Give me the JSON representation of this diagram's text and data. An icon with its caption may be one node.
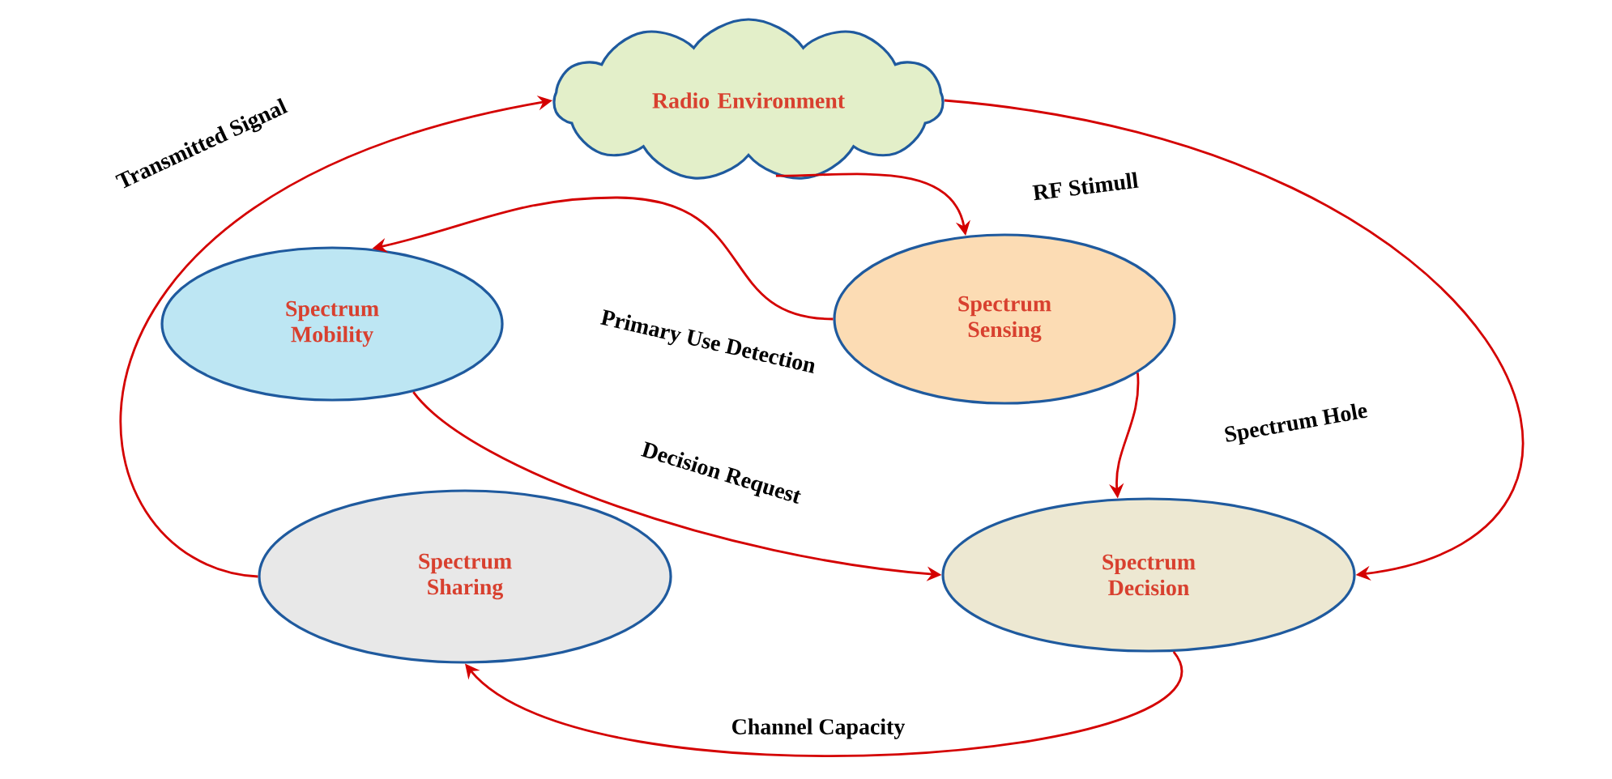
{
  "diagram": {
    "nodes": [
      {
        "text": [
          "Radio Environment"
        ]
      },
      {
        "text": [
          "Spectrum Mobility"
        ]
      },
      {
        "text": [
          "Spectrum Sensing"
        ]
      },
      {
        "text": [
          "Spectrum Sharing"
        ]
      },
      {
        "text": [
          "Spectrum Decision"
        ]
      }
    ],
    "edges": [
      {
        "from": 3,
        "to": 0,
        "arrow": "to",
        "label": "Transmitted Signal"
      },
      {
        "from": 0,
        "to": 2,
        "arrow": "to",
        "label": "RF Stimull"
      },
      {
        "from": 2,
        "to": 1,
        "arrow": "to",
        "label": "Primary Use Detection"
      },
      {
        "from": 0,
        "to": 4,
        "arrow": "to"
      },
      {
        "from": 2,
        "to": 4,
        "arrow": "to",
        "label": "Spectrum Hole"
      },
      {
        "from": 1,
        "to": 4,
        "arrow": "to",
        "label": "Decision Request"
      },
      {
        "from": 4,
        "to": 3,
        "arrow": "to",
        "label": "Channel Capacity"
      }
    ]
  }
}
